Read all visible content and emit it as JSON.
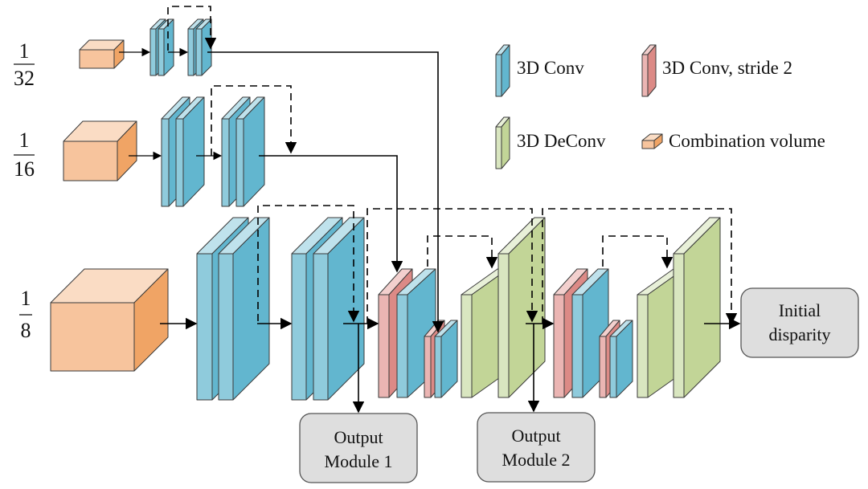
{
  "scales": [
    {
      "numerator": "1",
      "denominator": "32"
    },
    {
      "numerator": "1",
      "denominator": "16"
    },
    {
      "numerator": "1",
      "denominator": "8"
    }
  ],
  "legend": [
    {
      "key": "conv",
      "label": "3D Conv",
      "color": "#6bbcd2"
    },
    {
      "key": "conv_s2",
      "label": "3D Conv, stride 2",
      "color": "#e2938f"
    },
    {
      "key": "deconv",
      "label": "3D DeConv",
      "color": "#c3d598"
    },
    {
      "key": "volume",
      "label": "Combination volume",
      "color": "#f6bf93"
    }
  ],
  "outputs": {
    "module1": [
      "Output",
      "Module 1"
    ],
    "module2": [
      "Output",
      "Module 2"
    ],
    "initial": [
      "Initial",
      "disparity"
    ]
  },
  "colors": {
    "conv_front": "#8fcbdc",
    "conv_side": "#62b6cf",
    "conv_top": "#bfe2ec",
    "s2_front": "#ebb5b3",
    "s2_side": "#dc8a86",
    "s2_top": "#f3d0ce",
    "deconv_front": "#d9e6c0",
    "deconv_side": "#c2d597",
    "deconv_top": "#e8f0d8",
    "vol_front": "#f7c49d",
    "vol_side": "#f0a465",
    "vol_top": "#fadcc4",
    "box_fill": "#dedede",
    "stroke": "#3a3a3a"
  }
}
